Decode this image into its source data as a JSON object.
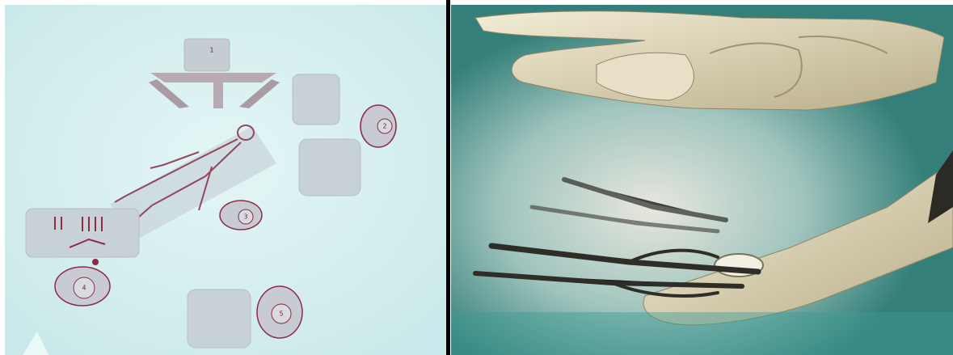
{
  "left_panel": {
    "station_labels": [
      "1",
      "2",
      "3",
      "4",
      "5"
    ]
  },
  "colors": {
    "left_background": "#d6f0f0",
    "diagram_ink": "#8b2a4a",
    "divider": "#000000",
    "right_background": "#3f9c94",
    "glove": "#e6dfc4"
  }
}
